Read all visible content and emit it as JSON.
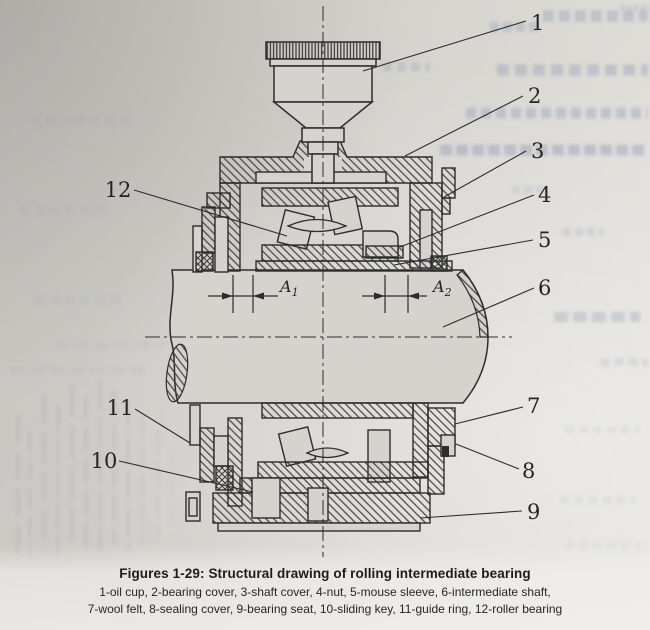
{
  "figure": {
    "caption_title": "Figures 1-29: Structural drawing of rolling intermediate bearing",
    "caption_line1": "1-oil cup, 2-bearing cover, 3-shaft cover, 4-nut, 5-mouse sleeve, 6-intermediate shaft,",
    "caption_line2": "7-wool felt, 8-sealing cover, 9-bearing seat, 10-sliding key, 11-guide ring, 12-roller bearing",
    "parts": [
      {
        "number": "1",
        "label": "oil cup"
      },
      {
        "number": "2",
        "label": "bearing cover"
      },
      {
        "number": "3",
        "label": "shaft cover"
      },
      {
        "number": "4",
        "label": "nut"
      },
      {
        "number": "5",
        "label": "mouse sleeve"
      },
      {
        "number": "6",
        "label": "intermediate shaft"
      },
      {
        "number": "7",
        "label": "wool felt"
      },
      {
        "number": "8",
        "label": "sealing cover"
      },
      {
        "number": "9",
        "label": "bearing seat"
      },
      {
        "number": "10",
        "label": "sliding key"
      },
      {
        "number": "11",
        "label": "guide ring"
      },
      {
        "number": "12",
        "label": "roller bearing"
      }
    ],
    "callouts": {
      "c1": "1",
      "c2": "2",
      "c3": "3",
      "c4": "4",
      "c5": "5",
      "c6": "6",
      "c7": "7",
      "c8": "8",
      "c9": "9",
      "c10": "10",
      "c11": "11",
      "c12": "12"
    },
    "dimensions": {
      "a1": {
        "letter": "A",
        "sub": "1"
      },
      "a2": {
        "letter": "A",
        "sub": "2"
      }
    },
    "colors": {
      "ink": "#2d2d2d",
      "paper": "#d5d3ce",
      "bleed_through": "#7787a8",
      "caption_text": "#1c1c1c"
    }
  }
}
